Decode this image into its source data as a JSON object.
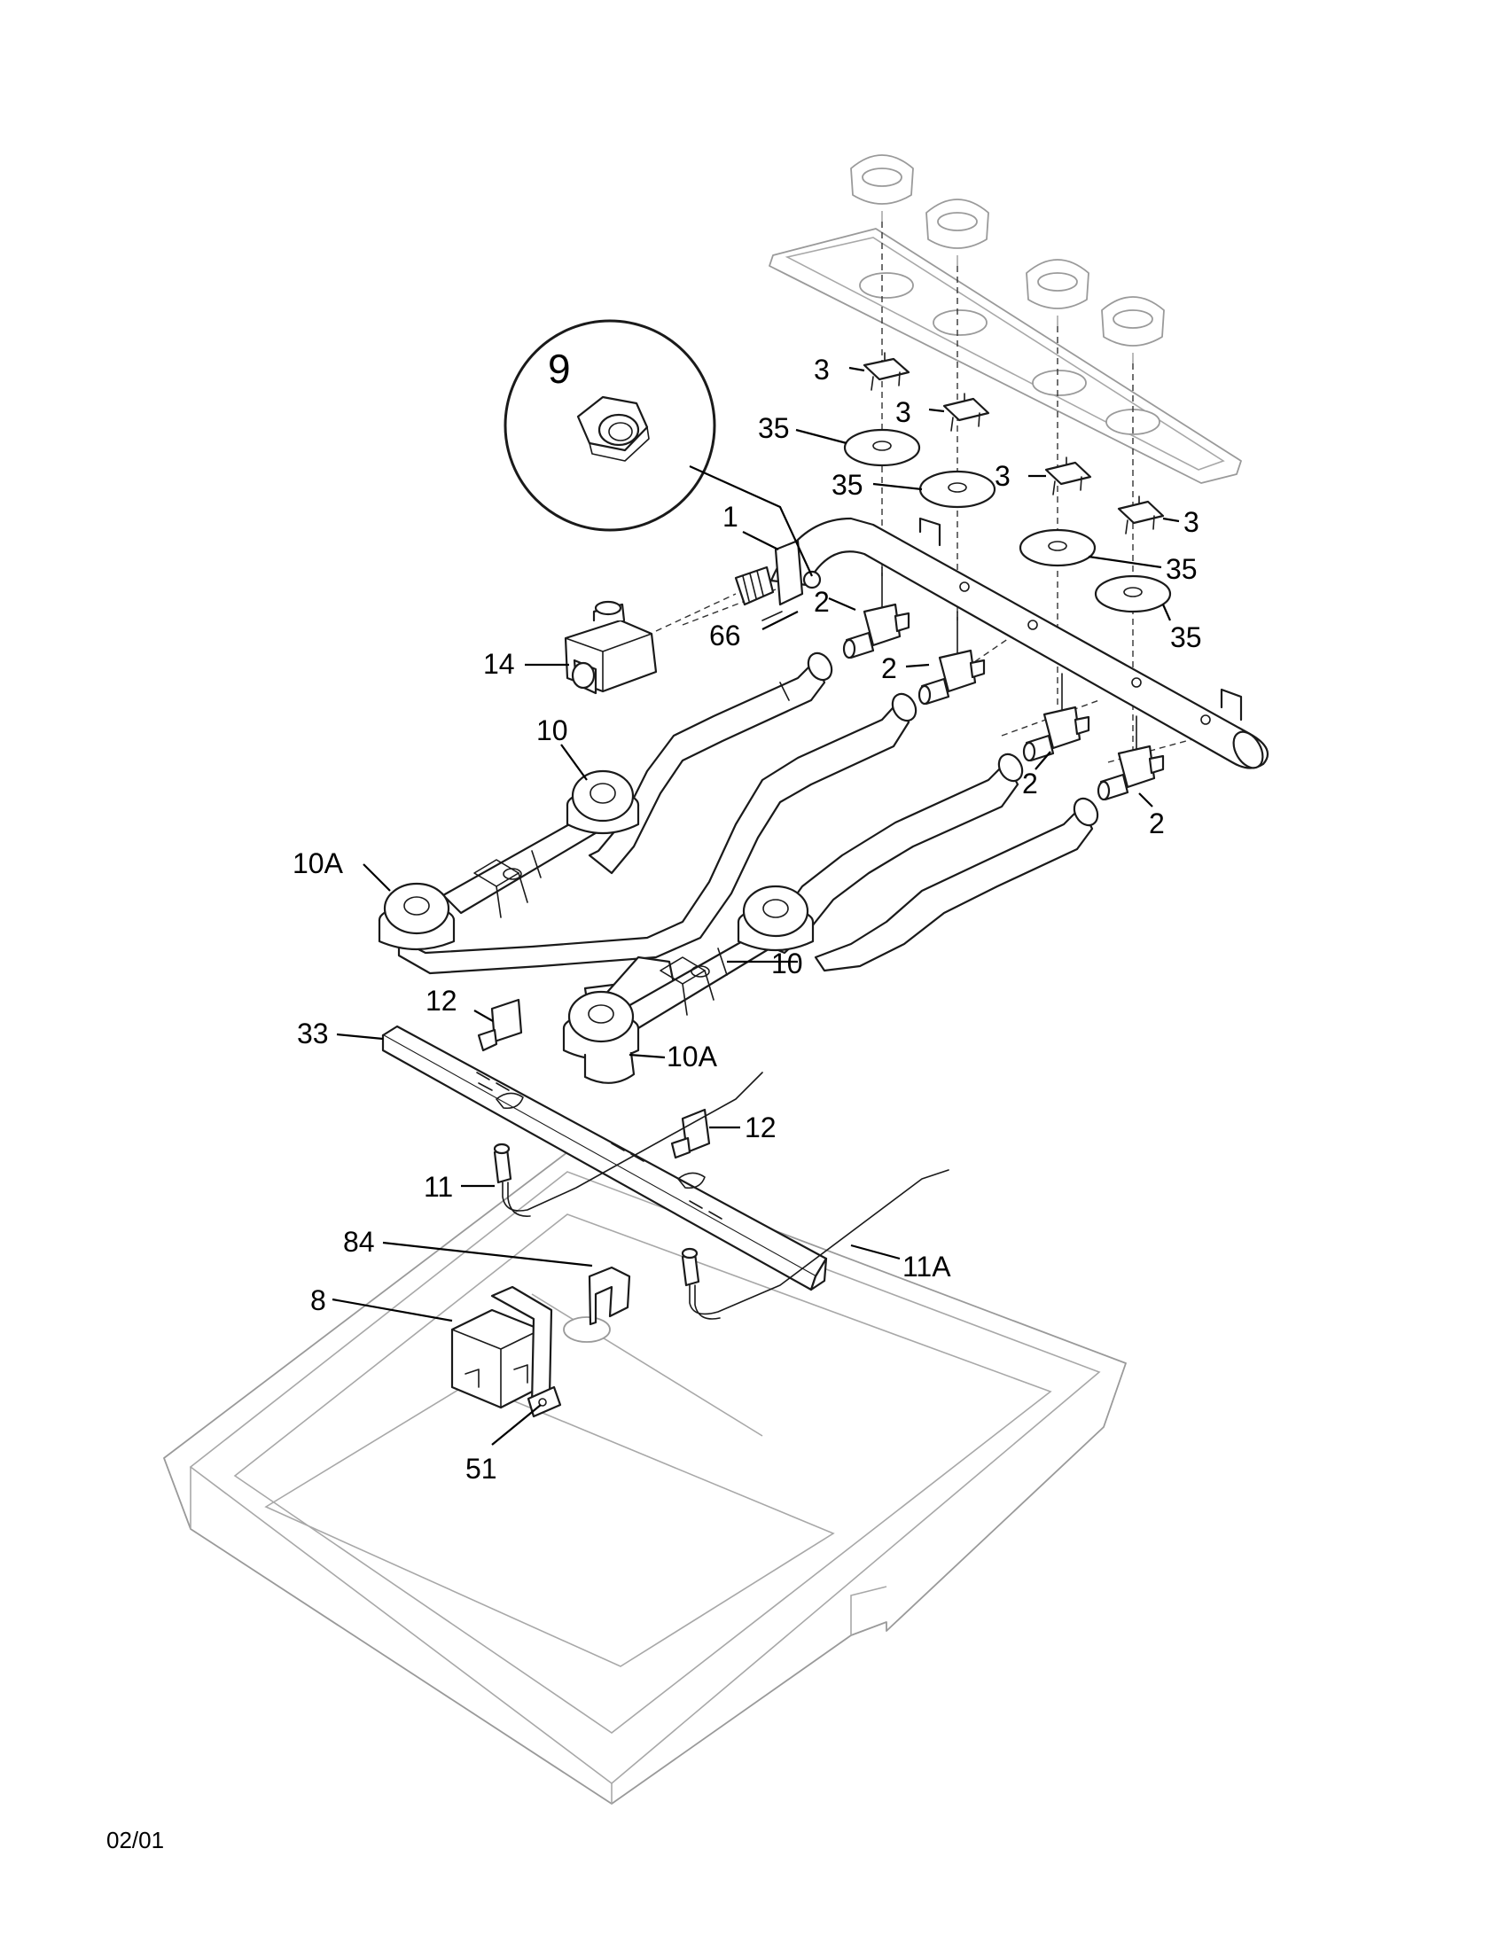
{
  "diagram": {
    "labels": {
      "p1": "1",
      "p2a": "2",
      "p2b": "2",
      "p2c": "2",
      "p2d": "2",
      "p3a": "3",
      "p3b": "3",
      "p3c": "3",
      "p3d": "3",
      "p8": "8",
      "p9": "9",
      "p10a": "10",
      "p10b": "10",
      "p10Aa": "10A",
      "p10Ab": "10A",
      "p11": "11",
      "p11A": "11A",
      "p12a": "12",
      "p12b": "12",
      "p14": "14",
      "p33": "33",
      "p35a": "35",
      "p35b": "35",
      "p35c": "35",
      "p35d": "35",
      "p51": "51",
      "p66": "66",
      "p84": "84"
    },
    "footer_date": "02/01"
  }
}
